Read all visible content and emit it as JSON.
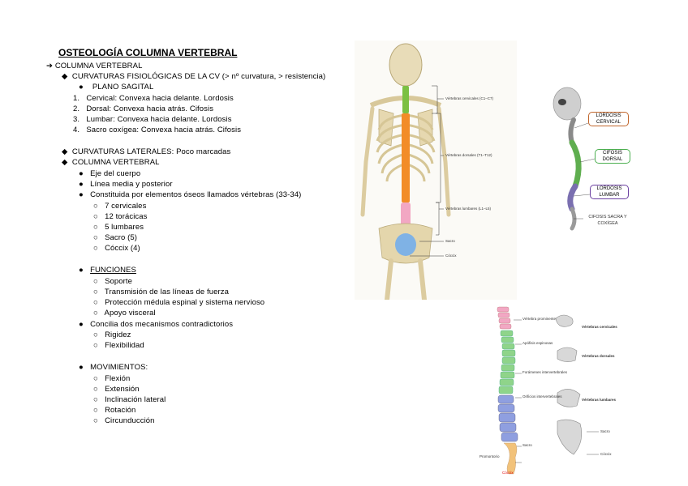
{
  "title": "OSTEOLOGÍA COLUMNA VERTEBRAL",
  "outline": {
    "l1_marker": "➔",
    "diamond": "◆",
    "dot": "●",
    "circle": "○",
    "l1": "COLUMNA VERTEBRAL",
    "curvaturas": "CURVATURAS FISIOLÓGICAS DE LA CV (> nº curvatura, > resistencia)",
    "plano": "PLANO SAGITAL",
    "numbered": [
      {
        "n": "1.",
        "text": "Cervical: Convexa hacia delante. Lordosis"
      },
      {
        "n": "2.",
        "text": "Dorsal: Convexa hacia atrás. Cifosis"
      },
      {
        "n": "3.",
        "text": "Lumbar: Convexa hacia delante. Lordosis"
      },
      {
        "n": "4.",
        "text": "Sacro coxígea: Convexa hacia atrás. Cifosis"
      }
    ],
    "laterales": "CURVATURAS LATERALES: Poco marcadas",
    "columna": "COLUMNA VERTEBRAL",
    "eje": "Eje del cuerpo",
    "linea": "Línea media y posterior",
    "constituida": "Constituida por elementos óseos llamados vértebras (33-34)",
    "vertebras": [
      "7 cervicales",
      "12 torácicas",
      "5 lumbares",
      "Sacro (5)",
      "Cóccix (4)"
    ],
    "funciones": "FUNCIONES",
    "funciones_items": [
      "Soporte",
      "Transmisión de las líneas de fuerza",
      "Protección médula espinal y sistema nervioso",
      "Apoyo visceral"
    ],
    "concilia": "Concilia dos mecanismos contradictorios",
    "concilia_items": [
      "Rigidez",
      "Flexibilidad"
    ],
    "movimientos": "MOVIMIENTOS:",
    "movimientos_items": [
      "Flexión",
      "Extensión",
      "Inclinación lateral",
      "Rotación",
      "Circunducción"
    ]
  },
  "figures": {
    "skeleton_labels": [
      "Vértebras cervicales (C1–C7)",
      "Vértebras dorsales (T1–T12)",
      "Vértebras lumbares (L1–L5)",
      "Sacro",
      "Cóccix"
    ],
    "curve_boxes": [
      "LORDOSIS CERVICAL",
      "CIFOSIS DORSAL",
      "LORDOSIS LUMBAR",
      "CIFOSIS SACRA Y COXÍGEA"
    ],
    "spine_labels": [
      "Vértebra prominente",
      "Apófisis espinosas",
      "Forámenes intervertebrales",
      "Orificios intervertebrales",
      "Sacro",
      "Cóccix",
      "Promontorio"
    ],
    "vertebra_labels": [
      "Vértebras cervicales",
      "Vértebras dorsales",
      "Vértebras lumbares",
      "Sacro",
      "Cóccix"
    ],
    "colors": {
      "cervical": "#7bc043",
      "thoracic": "#f28c28",
      "lumbar": "#f2a7c3",
      "sacrum": "#7fb2e5",
      "lordosis_cervical": "#c0652b",
      "cifosis": "#4caf50",
      "lordosis_lumbar": "#6a3fa0"
    }
  }
}
